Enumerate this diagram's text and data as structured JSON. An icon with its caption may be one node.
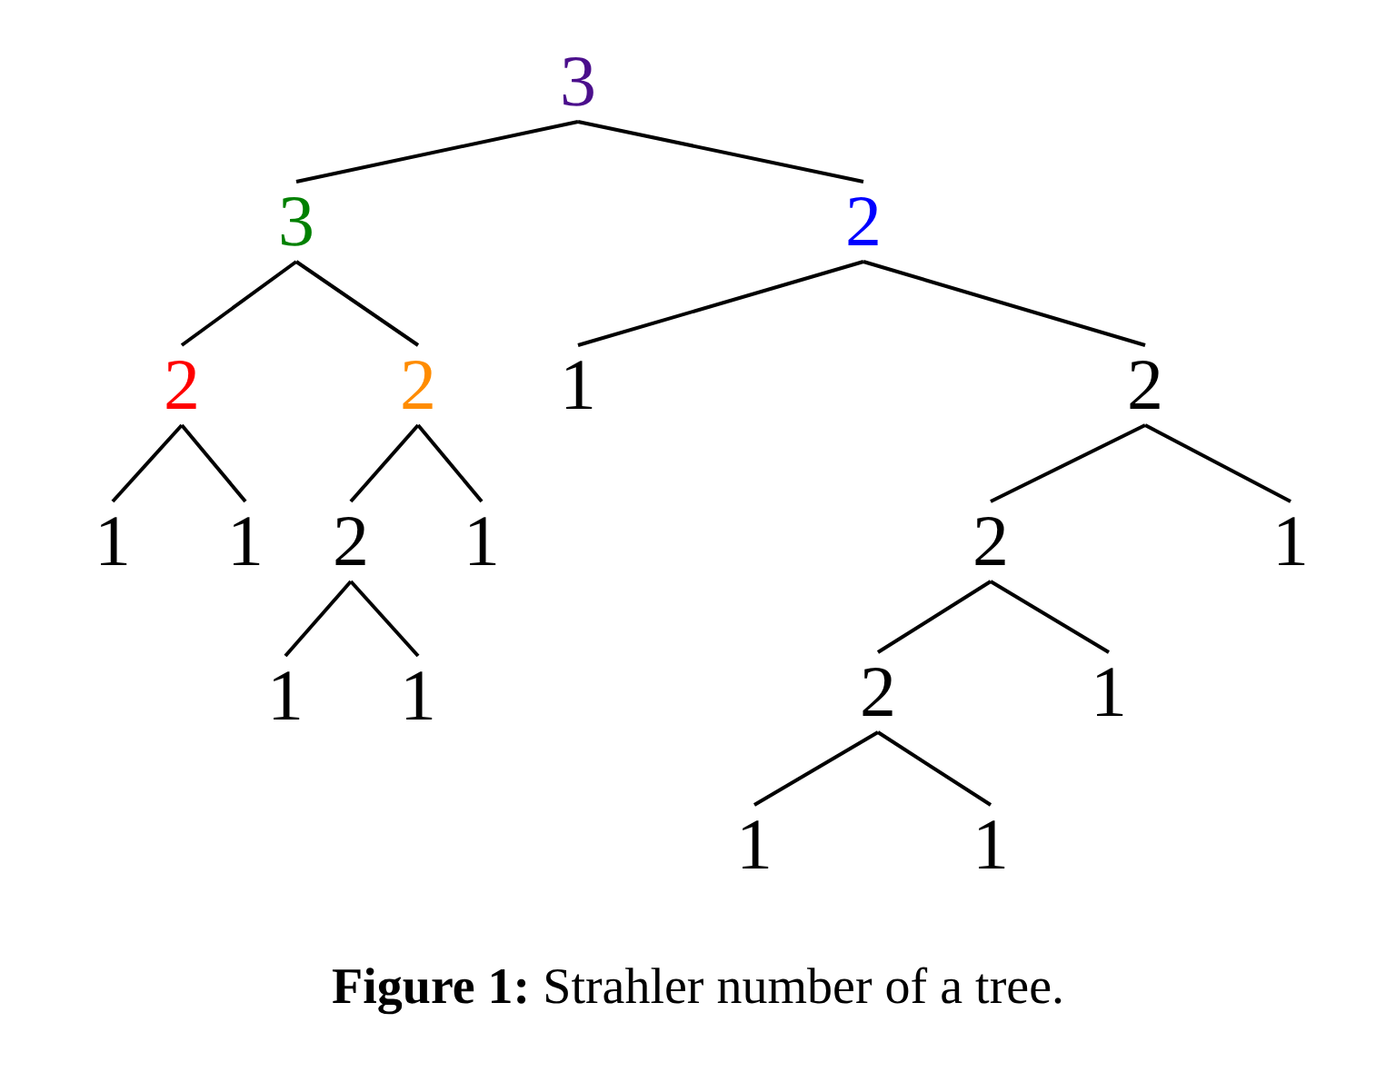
{
  "diagram": {
    "caption": "**Figure 1:** Strahler number of a tree.",
    "nodes": [
      {
        "text": [
          "3"
        ]
      },
      {
        "text": [
          "3"
        ]
      },
      {
        "text": [
          "2"
        ]
      },
      {
        "text": [
          "2"
        ]
      },
      {
        "text": [
          "2"
        ]
      },
      {
        "text": [
          "1"
        ]
      },
      {
        "text": [
          "2"
        ]
      },
      {
        "text": [
          "1"
        ]
      },
      {
        "text": [
          "1"
        ]
      },
      {
        "text": [
          "2"
        ]
      },
      {
        "text": [
          "1"
        ]
      },
      {
        "text": [
          "2"
        ]
      },
      {
        "text": [
          "1"
        ]
      },
      {
        "text": [
          "1"
        ]
      },
      {
        "text": [
          "1"
        ]
      },
      {
        "text": [
          "2"
        ]
      },
      {
        "text": [
          "1"
        ]
      },
      {
        "text": [
          "1"
        ]
      },
      {
        "text": [
          "1"
        ]
      }
    ],
    "edges": [
      {
        "from": 0,
        "to": 1,
        "arrow": "none"
      },
      {
        "from": 0,
        "to": 2,
        "arrow": "none"
      },
      {
        "from": 1,
        "to": 3,
        "arrow": "none"
      },
      {
        "from": 1,
        "to": 4,
        "arrow": "none"
      },
      {
        "from": 2,
        "to": 5,
        "arrow": "none"
      },
      {
        "from": 2,
        "to": 6,
        "arrow": "none"
      },
      {
        "from": 3,
        "to": 7,
        "arrow": "none"
      },
      {
        "from": 3,
        "to": 8,
        "arrow": "none"
      },
      {
        "from": 4,
        "to": 9,
        "arrow": "none"
      },
      {
        "from": 4,
        "to": 10,
        "arrow": "none"
      },
      {
        "from": 6,
        "to": 11,
        "arrow": "none"
      },
      {
        "from": 6,
        "to": 12,
        "arrow": "none"
      },
      {
        "from": 9,
        "to": 13,
        "arrow": "none"
      },
      {
        "from": 9,
        "to": 14,
        "arrow": "none"
      },
      {
        "from": 11,
        "to": 15,
        "arrow": "none"
      },
      {
        "from": 11,
        "to": 16,
        "arrow": "none"
      },
      {
        "from": 15,
        "to": 17,
        "arrow": "none"
      },
      {
        "from": 15,
        "to": 18,
        "arrow": "none"
      }
    ]
  }
}
